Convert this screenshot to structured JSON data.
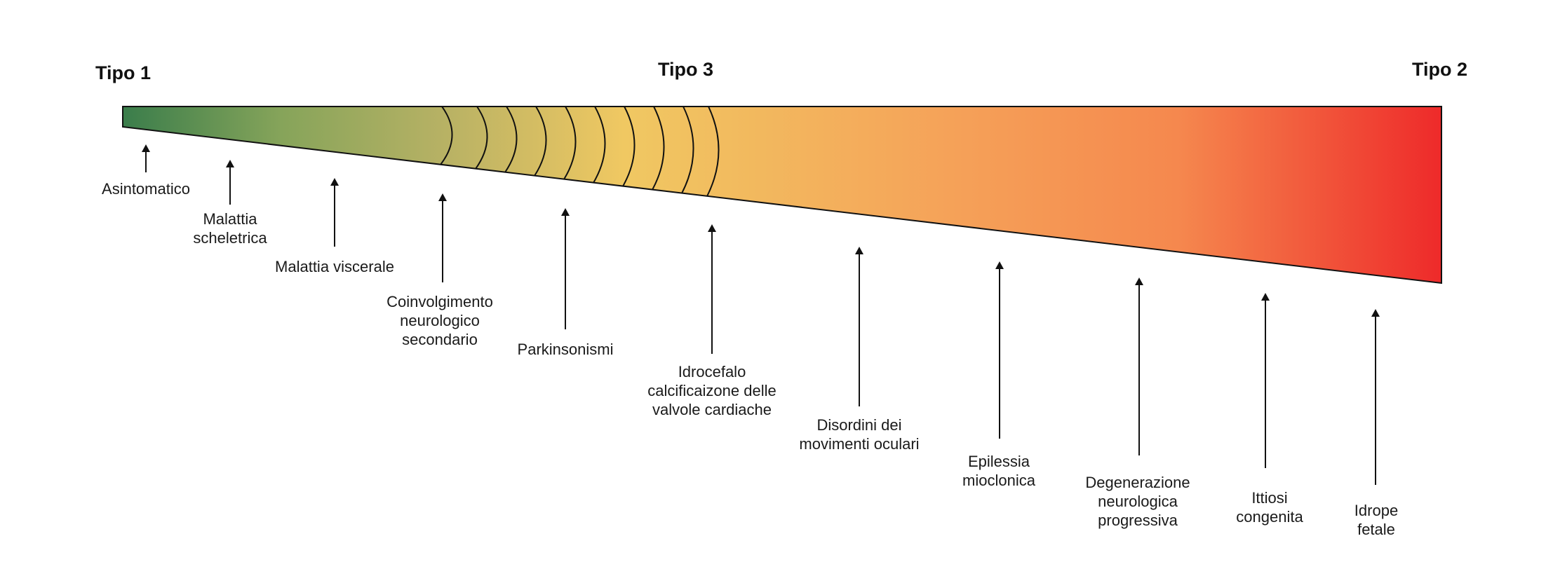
{
  "types": {
    "left": "Tipo 1",
    "middle": "Tipo 3",
    "right": "Tipo 2"
  },
  "colors": {
    "start": "#3a7d4b",
    "mid_green": "#86a45a",
    "olive": "#b6b164",
    "yellow": "#f0c862",
    "orange": "#f5a359",
    "deep_orange": "#f5884e",
    "red": "#ee2a2a",
    "line": "#111111"
  },
  "manifestations": [
    {
      "lines": [
        "Asintomatico"
      ]
    },
    {
      "lines": [
        "Malattia",
        "scheletrica"
      ]
    },
    {
      "lines": [
        "Malattia viscerale"
      ]
    },
    {
      "lines": [
        "Coinvolgimento",
        "neurologico",
        "secondario"
      ]
    },
    {
      "lines": [
        "Parkinsonismi"
      ]
    },
    {
      "lines": [
        "Idrocefalo",
        "calcificaizone delle",
        "valvole cardiache"
      ]
    },
    {
      "lines": [
        "Disordini dei",
        "movimenti oculari"
      ]
    },
    {
      "lines": [
        "Epilessia",
        "mioclonica"
      ]
    },
    {
      "lines": [
        "Degenerazione",
        "neurologica",
        "progressiva"
      ]
    },
    {
      "lines": [
        "Ittiosi",
        "congenita"
      ]
    },
    {
      "lines": [
        "Idrope",
        "fetale"
      ]
    }
  ]
}
